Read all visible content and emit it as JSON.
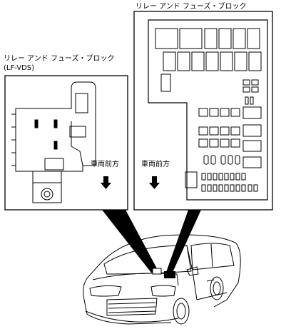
{
  "labels": {
    "right_box_title": "リレー アンド フューズ・ブロック",
    "left_box_title": "リレー アンド フューズ・ブロック",
    "left_box_model": "(LF-VDS)",
    "front_direction_left": "車両前方",
    "front_direction_right": "車両前方"
  },
  "icons": {
    "direction_arrow": "arrow-down-icon",
    "vehicle": "minivan-illustration"
  },
  "colors": {
    "line": "#000000",
    "panel": "#ffffff",
    "fill_dark": "#111111"
  }
}
